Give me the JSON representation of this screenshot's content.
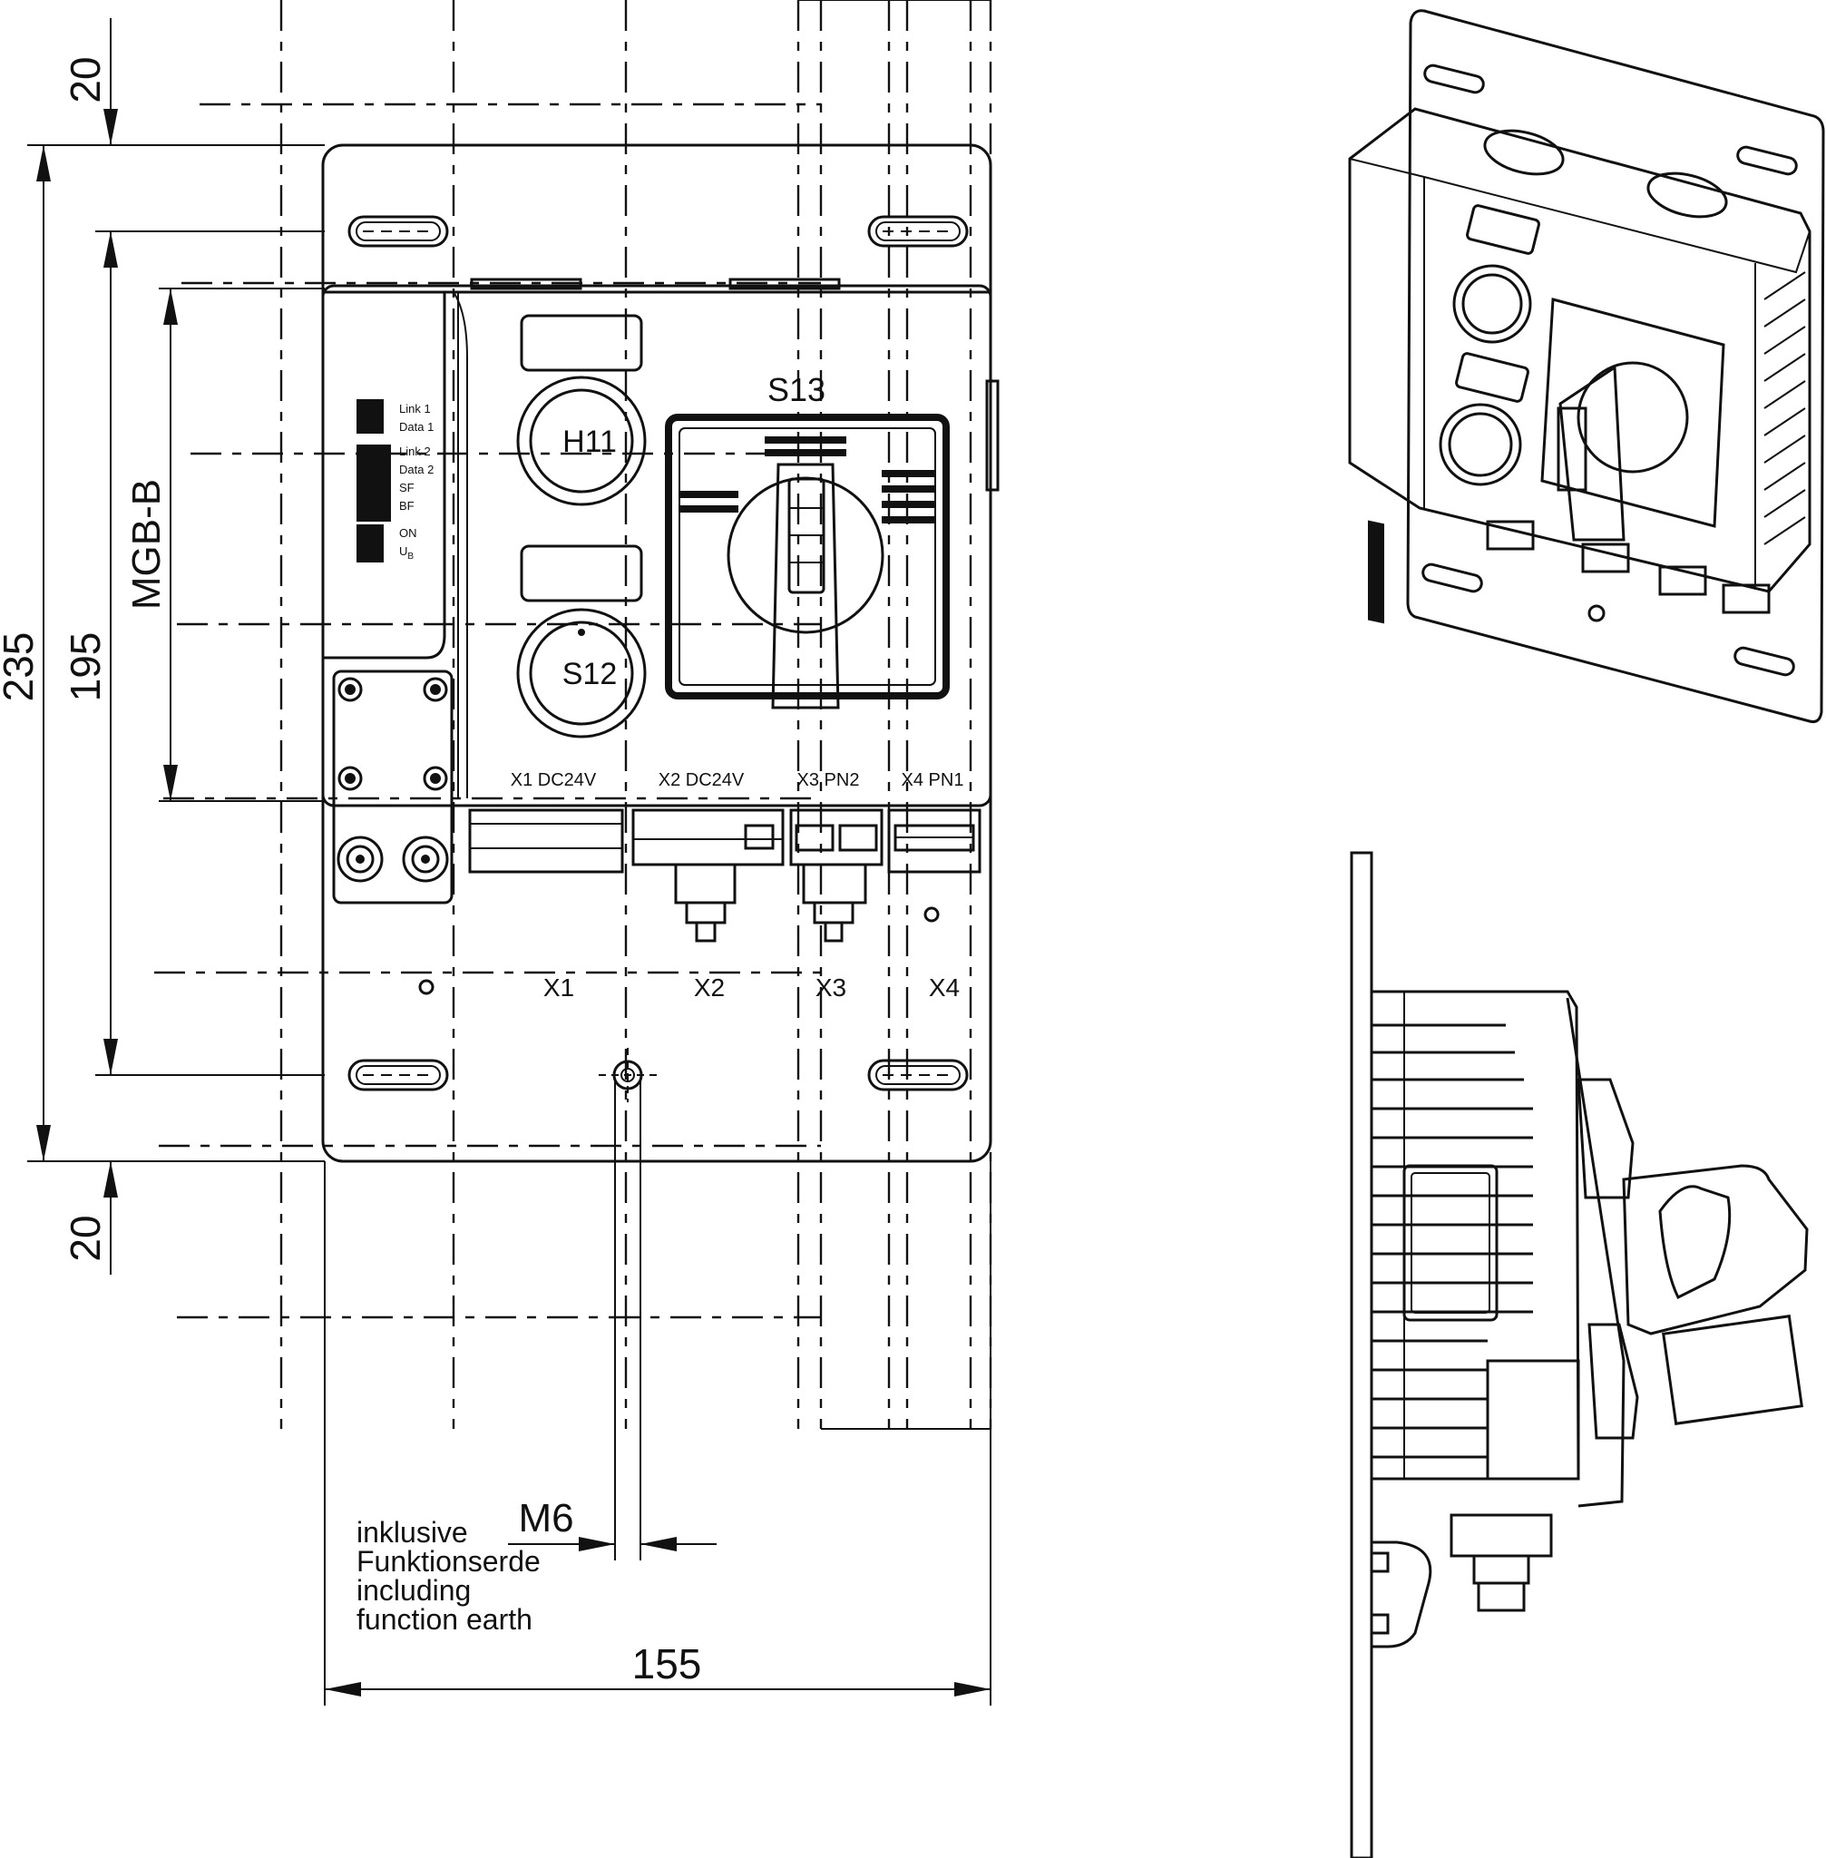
{
  "dimensions": {
    "top_offset": "20",
    "bottom_offset": "20",
    "total_height": "235",
    "hole_pitch": "195",
    "device_label": "MGB-B",
    "width": "155",
    "thread": "M6"
  },
  "note": {
    "line1": "inklusive",
    "line2": "Funktionserde",
    "line3": "including",
    "line4": "function earth"
  },
  "leds": {
    "link1": "Link  1",
    "data1": "Data 1",
    "link2": "Link  2",
    "data2": "Data 2",
    "sf": "SF",
    "bf": "BF",
    "on": "ON",
    "ub": "U",
    "ub_sub": "B"
  },
  "controls": {
    "lamp": "H11",
    "button": "S12",
    "switch": "S13"
  },
  "connectors": {
    "x1_top": "X1  DC24V",
    "x2_top": "X2  DC24V",
    "x3_top": "X3  PN2",
    "x4_top": "X4  PN1",
    "x1": "X1",
    "x2": "X2",
    "x3": "X3",
    "x4": "X4"
  }
}
